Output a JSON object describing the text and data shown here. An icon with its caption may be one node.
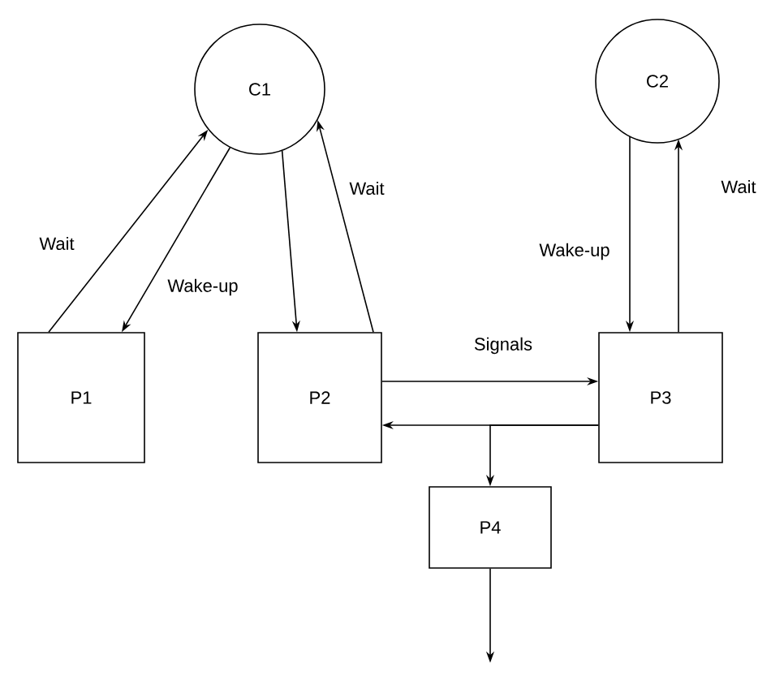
{
  "diagram": {
    "nodes": [
      {
        "text": [
          "C1"
        ]
      },
      {
        "text": [
          "C2"
        ]
      },
      {
        "text": [
          "P1"
        ]
      },
      {
        "text": [
          "P2"
        ]
      },
      {
        "text": [
          "P3"
        ]
      },
      {
        "text": [
          "P4"
        ]
      }
    ],
    "edges": [
      {
        "from": 2,
        "to": 0,
        "arrow": "to",
        "label": "Wait"
      },
      {
        "from": 0,
        "to": 2,
        "arrow": "to",
        "label": "Wake-up"
      },
      {
        "from": 0,
        "to": 3,
        "arrow": "to"
      },
      {
        "from": 3,
        "to": 0,
        "arrow": "to",
        "label": "Wait"
      },
      {
        "from": 1,
        "to": 4,
        "arrow": "to",
        "label": "Wake-up"
      },
      {
        "from": 4,
        "to": 1,
        "arrow": "to",
        "label": "Wait"
      },
      {
        "from": 3,
        "to": 4,
        "arrow": "to",
        "label": "Signals"
      },
      {
        "from": 4,
        "to": 3,
        "arrow": "to"
      },
      {
        "from": 4,
        "to": 5,
        "arrow": "to"
      },
      {
        "from": 5,
        "to": null,
        "arrow": "to"
      }
    ]
  }
}
